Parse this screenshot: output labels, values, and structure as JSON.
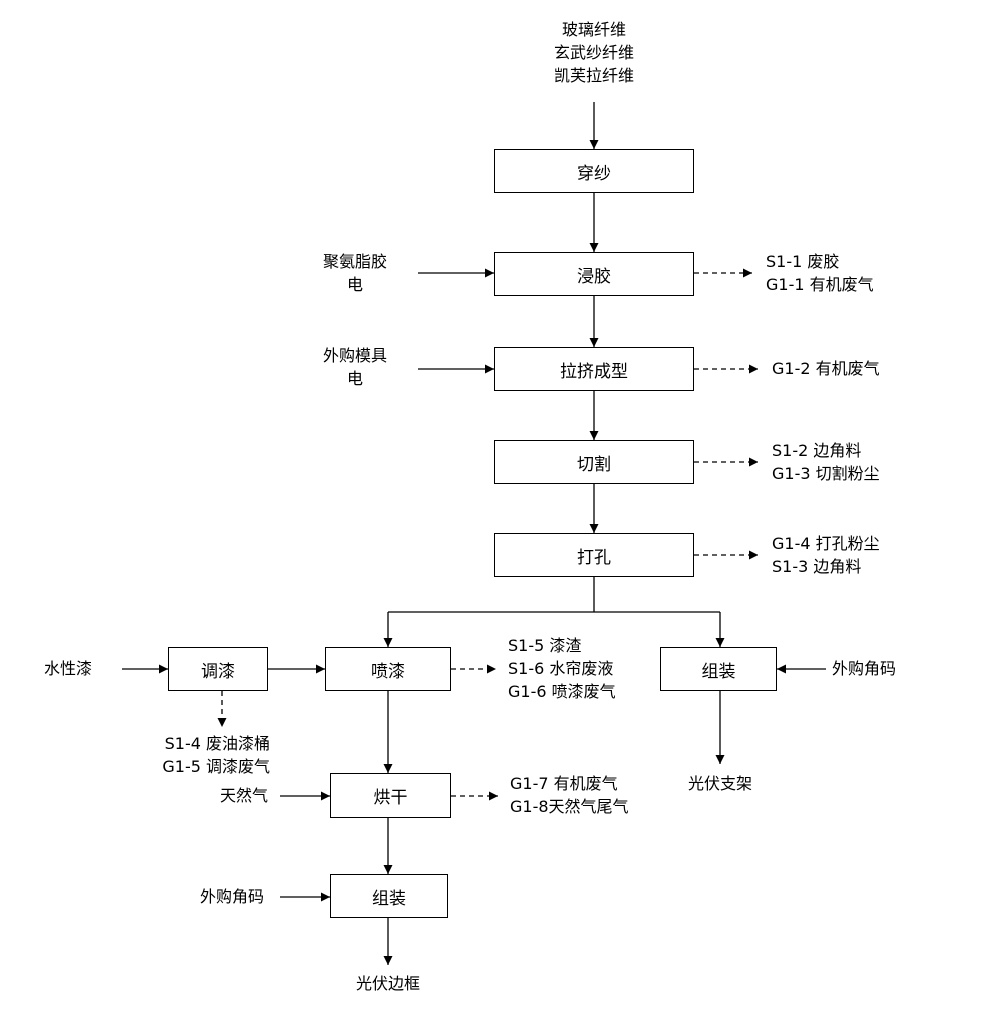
{
  "inputs": {
    "fibers": [
      "玻璃纤维",
      "玄武纱纤维",
      "凯芙拉纤维"
    ],
    "dip_inputs": [
      "聚氨脂胶",
      "电"
    ],
    "pultrusion_inputs": [
      "外购模具",
      "电"
    ],
    "paint_input": "水性漆",
    "gas_input": "天然气",
    "corner_input_right": "外购角码",
    "corner_input_bottom": "外购角码"
  },
  "process": {
    "threading": "穿纱",
    "dipping": "浸胶",
    "pultrusion": "拉挤成型",
    "cutting": "切割",
    "drilling": "打孔",
    "paint_mixing": "调漆",
    "spraying": "喷漆",
    "assembly_right": "组装",
    "drying": "烘干",
    "assembly_bottom": "组装"
  },
  "outputs": {
    "dipping": [
      "S1-1 废胶",
      "G1-1 有机废气"
    ],
    "pultrusion": [
      "G1-2 有机废气"
    ],
    "cutting": [
      "S1-2 边角料",
      "G1-3 切割粉尘"
    ],
    "drilling": [
      "G1-4 打孔粉尘",
      "S1-3 边角料"
    ],
    "spraying": [
      "S1-5 漆渣",
      "S1-6 水帘废液",
      "G1-6 喷漆废气"
    ],
    "paint_mixing": [
      "S1-4 废油漆桶",
      "G1-5 调漆废气"
    ],
    "drying": [
      "G1-7 有机废气",
      "G1-8天然气尾气"
    ]
  },
  "products": {
    "bracket": "光伏支架",
    "frame": "光伏边框"
  }
}
